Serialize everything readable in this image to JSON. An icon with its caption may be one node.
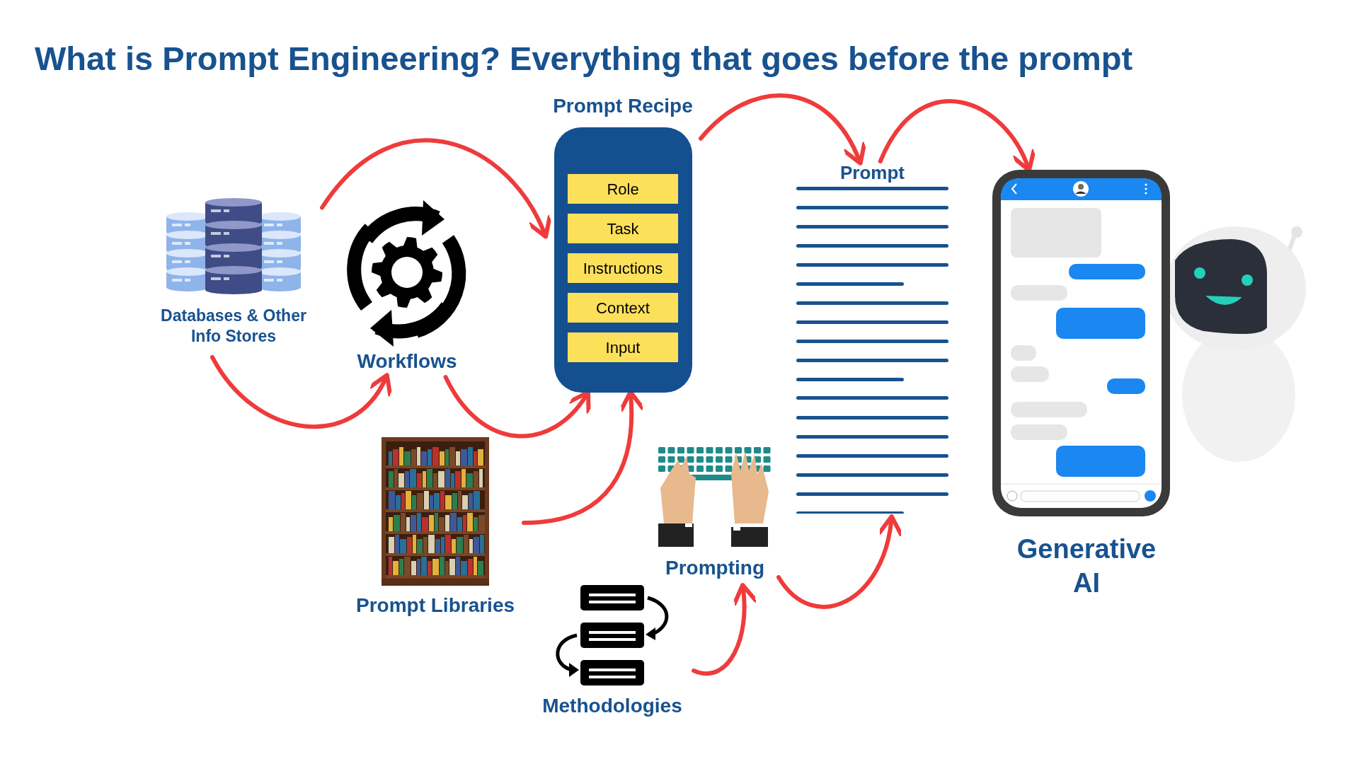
{
  "diagram": {
    "title": "What is Prompt Engineering? Everything that goes before the prompt",
    "nodes": [
      {
        "text": [
          "Databases & Other Info Stores"
        ]
      },
      {
        "text": [
          "Workflows"
        ]
      },
      {
        "text": [
          "Prompt Recipe"
        ]
      },
      {
        "text": [
          "Role"
        ],
        "in": 2
      },
      {
        "text": [
          "Task"
        ],
        "in": 2
      },
      {
        "text": [
          "Instructions"
        ],
        "in": 2
      },
      {
        "text": [
          "Context"
        ],
        "in": 2
      },
      {
        "text": [
          "Input"
        ],
        "in": 2
      },
      {
        "text": [
          "Prompt"
        ]
      },
      {
        "text": [
          "Generative AI"
        ]
      },
      {
        "text": [
          "Prompt Libraries"
        ]
      },
      {
        "text": [
          "Prompting"
        ]
      },
      {
        "text": [
          "Methodologies"
        ]
      }
    ],
    "edges": [
      {
        "from": 0,
        "to": 2,
        "arrow": "to"
      },
      {
        "from": 0,
        "to": 1,
        "arrow": "to"
      },
      {
        "from": 1,
        "to": 2,
        "arrow": "to"
      },
      {
        "from": 10,
        "to": 2,
        "arrow": "to"
      },
      {
        "from": 2,
        "to": 8,
        "arrow": "to"
      },
      {
        "from": 8,
        "to": 9,
        "arrow": "to"
      },
      {
        "from": 11,
        "to": 8,
        "arrow": "to"
      },
      {
        "from": 12,
        "to": 11,
        "arrow": "to"
      }
    ]
  }
}
